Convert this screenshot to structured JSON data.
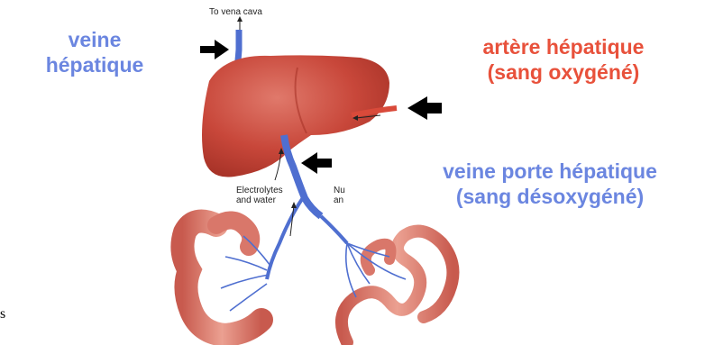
{
  "labels": {
    "hepatic_vein": [
      "veine",
      "hépatique"
    ],
    "hepatic_artery": [
      "artère hépatique",
      "(sang oxygéné)"
    ],
    "portal_vein": [
      "veine porte hépatique",
      "(sang désoxygéné)"
    ]
  },
  "illustration": {
    "to_vena_cava": "To vena cava",
    "electrolytes": [
      "Electrolytes",
      "and water"
    ],
    "nutrients_partial": [
      "Nu",
      "an"
    ]
  },
  "margin_fragment": "s",
  "colors": {
    "vein_blue": "#4f6fd0",
    "label_blue": "#6b86e0",
    "label_red": "#e8513b",
    "liver": "#c8473a",
    "intestine": "#d9776a",
    "arrow": "#000000"
  }
}
